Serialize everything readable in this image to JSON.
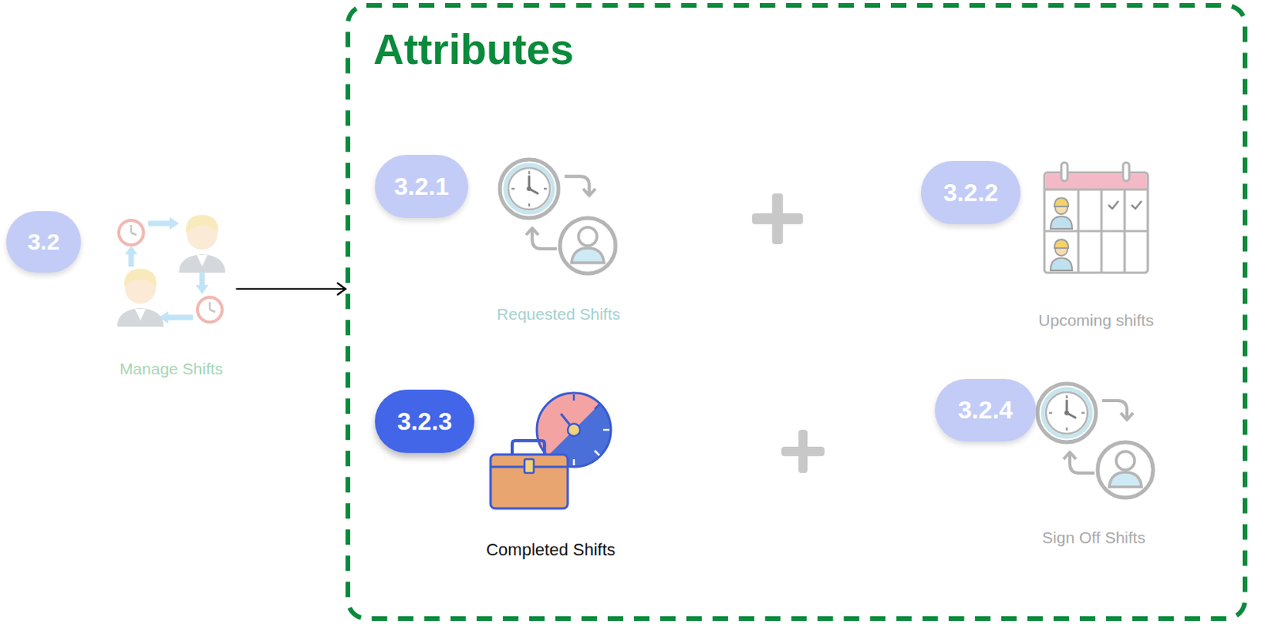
{
  "diagram": {
    "nodes": [
      {
        "text": [
          "3.2",
          "Manage Shifts"
        ]
      },
      {
        "text": [
          "Attributes"
        ]
      },
      {
        "text": [
          "3.2.1",
          "Requested Shifts"
        ],
        "in": 1
      },
      {
        "text": [
          "3.2.2",
          "Upcoming shifts"
        ],
        "in": 1
      },
      {
        "text": [
          "3.2.3",
          "Completed Shifts"
        ],
        "in": 1
      },
      {
        "text": [
          "3.2.4",
          "Sign Off Shifts"
        ],
        "in": 1
      }
    ],
    "edges": [
      {
        "from": 0,
        "to": 1,
        "arrow": "to"
      }
    ]
  }
}
